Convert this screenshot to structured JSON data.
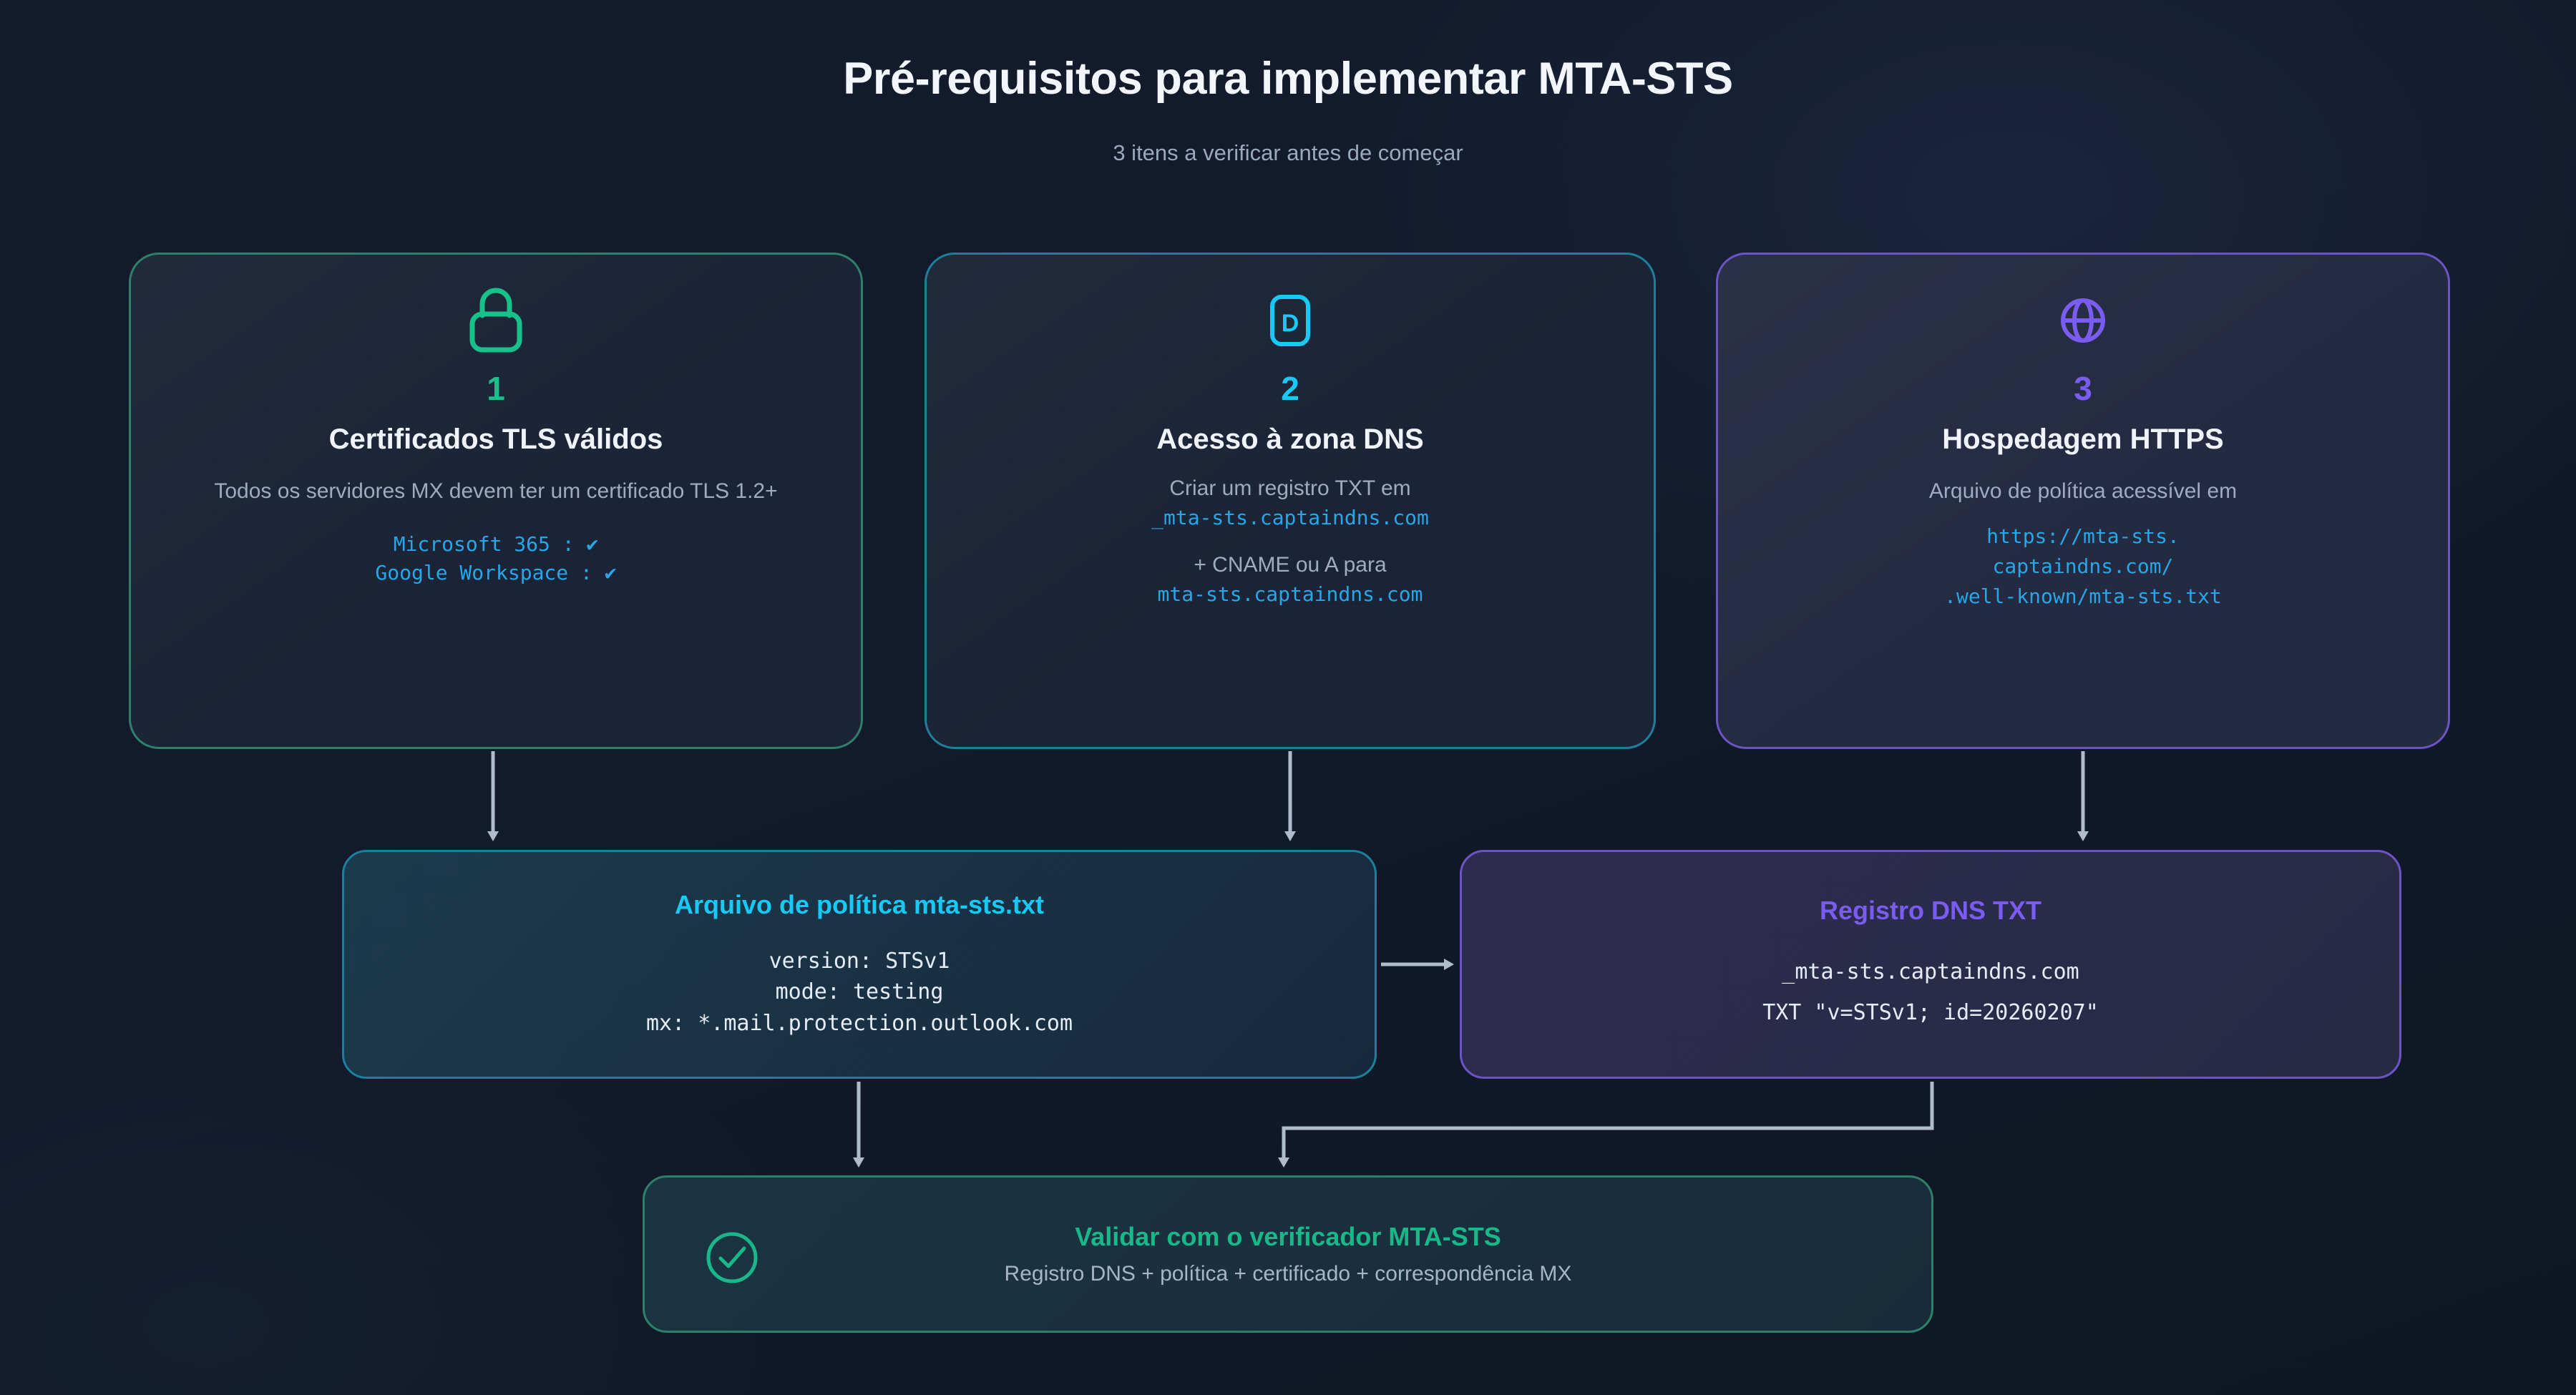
{
  "header": {
    "title": "Pré-requisitos para implementar MTA-STS",
    "subtitle": "3 itens a verificar antes de começar"
  },
  "colors": {
    "background": "#121a2b",
    "green": "#18c18a",
    "green_border": "#2e8068",
    "cyan": "#18c8f5",
    "cyan_border": "#1f7f9b",
    "purple": "#7b5cf0",
    "purple_border": "#6d54c4",
    "code_blue": "#27a6e8",
    "muted_text": "#9dacc0",
    "arrow": "#aebccd"
  },
  "cards": [
    {
      "icon": "lock-icon",
      "number": "1",
      "title": "Certificados TLS válidos",
      "description": "Todos os servidores MX devem ter um certificado TLS 1.2+",
      "code_lines": [
        "Microsoft 365 : ✔",
        "Google Workspace : ✔"
      ]
    },
    {
      "icon": "dns-record-icon",
      "icon_letter": "D",
      "number": "2",
      "title": "Acesso à zona DNS",
      "description": "Criar um registro TXT em",
      "code_line_1": "_mta-sts.captaindns.com",
      "description_2": "+ CNAME ou A para",
      "code_line_2": "mta-sts.captaindns.com"
    },
    {
      "icon": "globe-icon",
      "number": "3",
      "title": "Hospedagem HTTPS",
      "description": "Arquivo de política acessível em",
      "code_lines": [
        "https://mta-sts.",
        "captaindns.com/",
        ".well-known/mta-sts.txt"
      ]
    }
  ],
  "policy_box": {
    "title": "Arquivo de política mta-sts.txt",
    "lines": [
      "version: STSv1",
      "mode: testing",
      "mx: *.mail.protection.outlook.com"
    ]
  },
  "dns_box": {
    "title": "Registro DNS TXT",
    "lines": [
      "_mta-sts.captaindns.com",
      "TXT \"v=STSv1; id=20260207\""
    ]
  },
  "validate_box": {
    "icon": "check-circle-icon",
    "title": "Validar com o verificador MTA-STS",
    "subtitle": "Registro DNS + política + certificado + correspondência MX"
  }
}
